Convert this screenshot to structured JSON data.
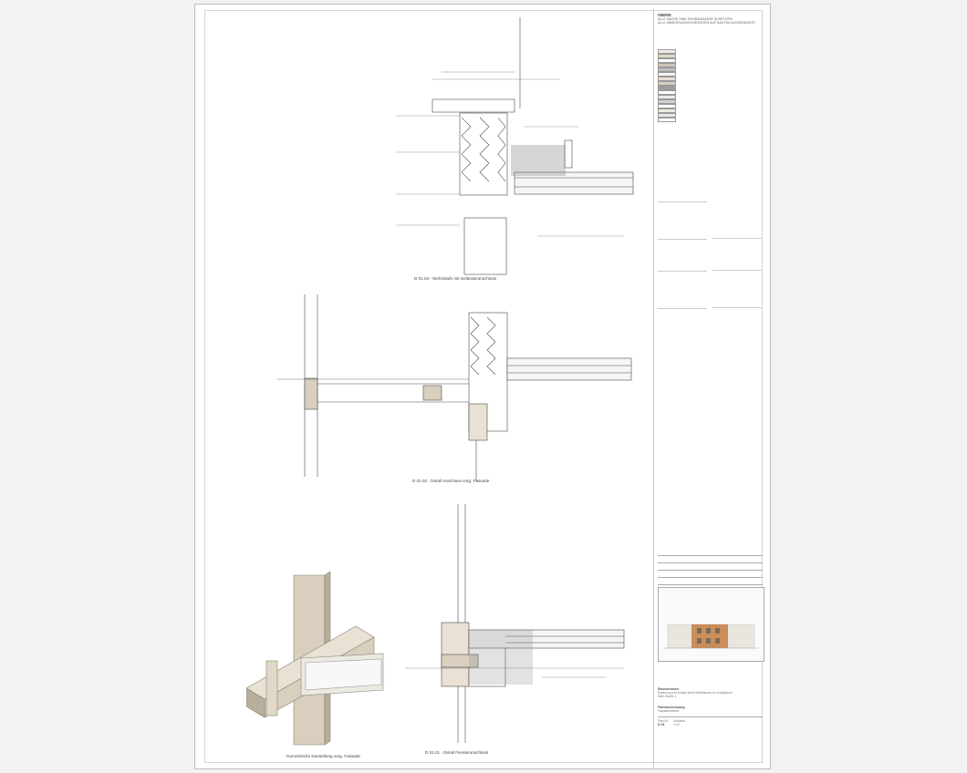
{
  "sheet": {
    "header_line1": "OBERE",
    "header_line2": "ALLE MASSE SIND ROHBAUMASSE IN METERN",
    "header_line3": "ALLE ABMESSUNGEN BEZOGEN AUF BAUTEILAUSSENKANTE"
  },
  "details": [
    {
      "caption": "D 01.03 - Wohnstufe mit Geländeranschluss"
    },
    {
      "caption": "D 01.02 - Detail Anschluss vorg. Fassade"
    },
    {
      "caption": "D 01.01 - Detail Fensteranschluss"
    },
    {
      "caption": "Isometrische Darstellung vorg. Fassade"
    }
  ],
  "title_block": {
    "project_heading": "Bauvorhaben",
    "project_text_1": "Sanierung und Umbau eines Stadthauses im Vordergrund",
    "project_text_2": "Mühl-Straße 1",
    "plan_heading": "Planbezeichnung",
    "plan_text": "Fassadendetails",
    "scale_label": "Maßstab",
    "scale_value": "1:10",
    "sheet_no_label": "Plan-Nr.",
    "sheet_no_value": "D 01"
  },
  "colors": {
    "timber": "#d8cfbe",
    "timber_dark": "#b8ae9c",
    "line": "#4a4a4a",
    "insulation": "#ffffff"
  }
}
